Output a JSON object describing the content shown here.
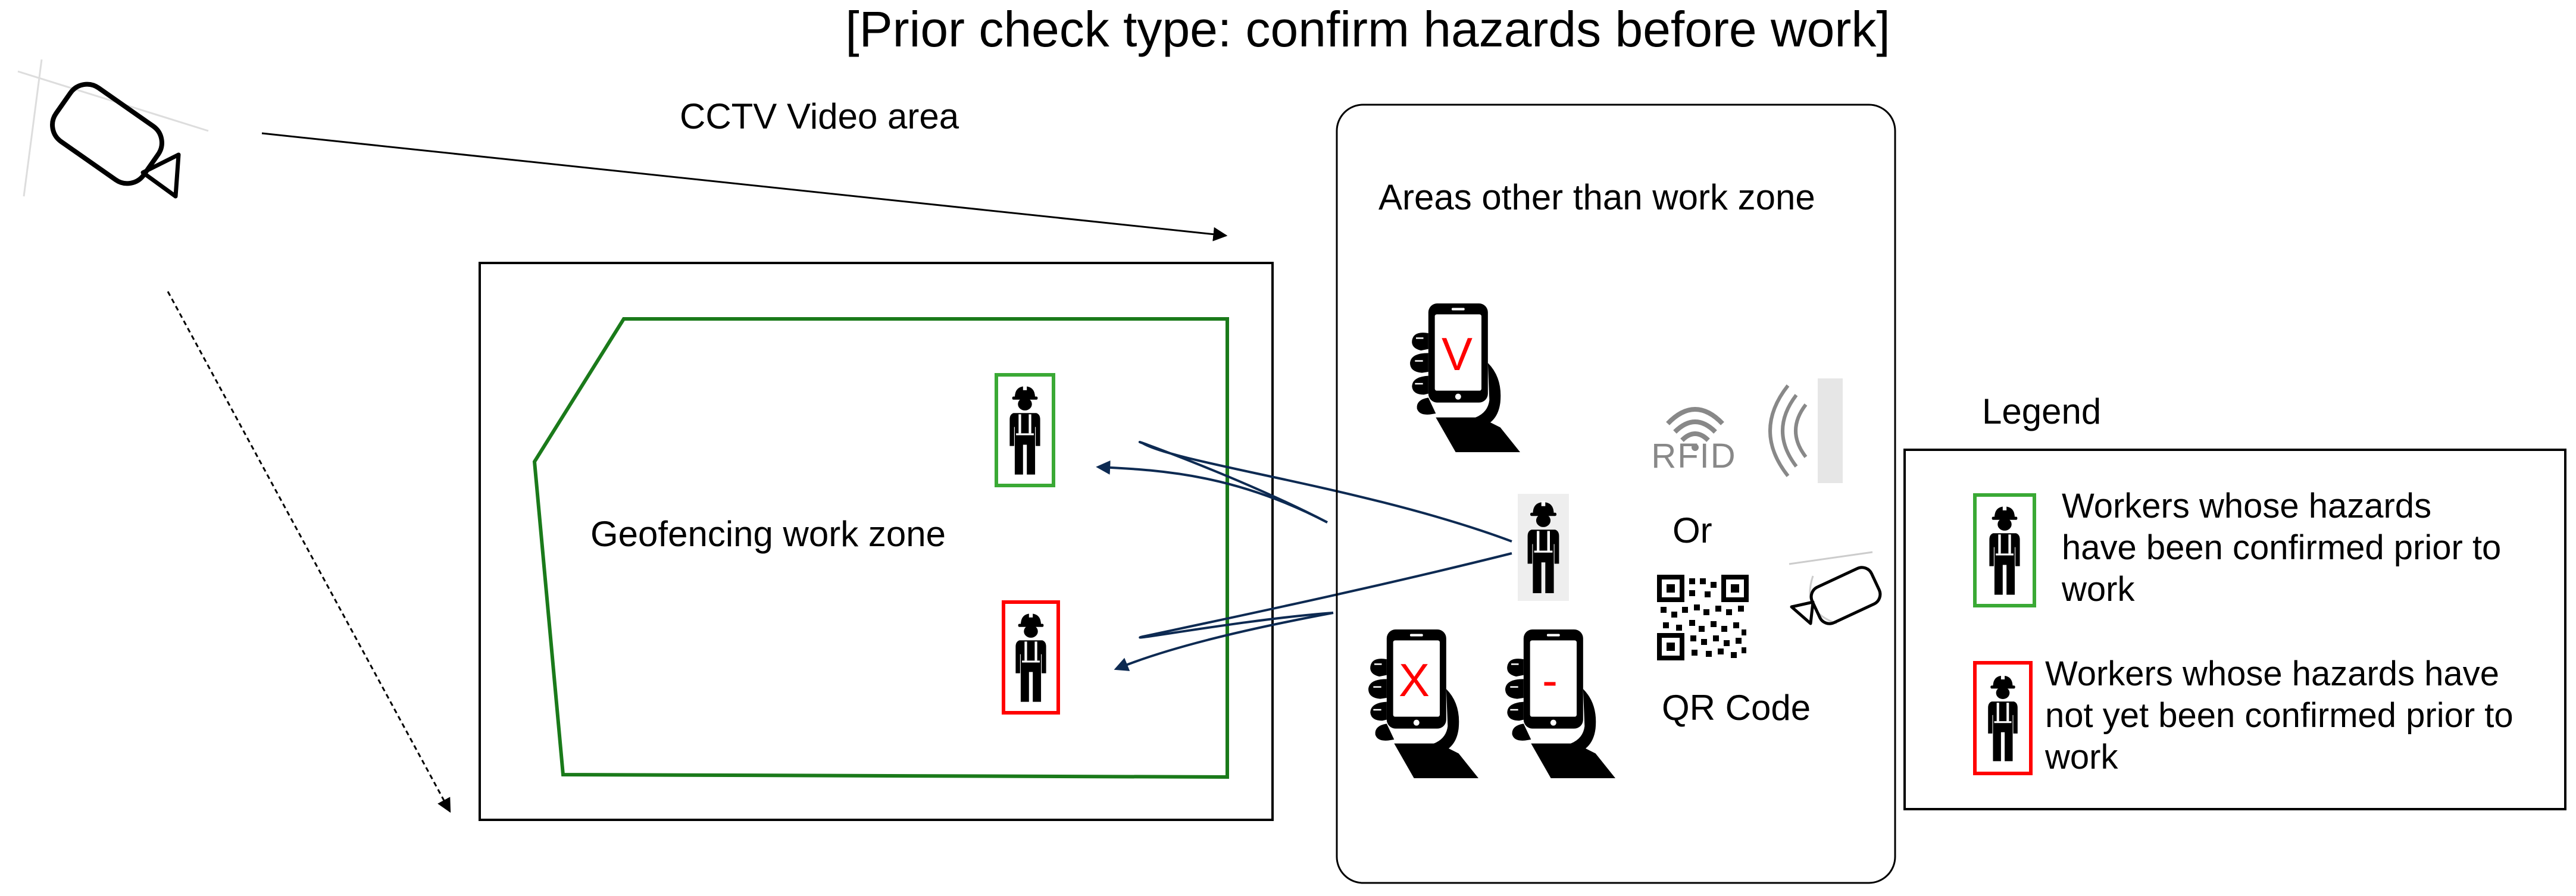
{
  "title": "[Prior check type: confirm hazards before work]",
  "cctv_area_label": "CCTV Video area",
  "work_zone": {
    "label": "Geofencing work zone"
  },
  "other_area": {
    "label": "Areas other than work zone",
    "phones": [
      {
        "mark": "V",
        "mark_color": "#ff0000"
      },
      {
        "mark": "X",
        "mark_color": "#ff0000"
      },
      {
        "mark": "-",
        "mark_color": "#ff0000"
      }
    ],
    "rfid_label": "RFID",
    "or_label": "Or",
    "qr_label": "QR Code"
  },
  "legend": {
    "title": "Legend",
    "items": [
      {
        "lines": [
          "Workers whose hazards",
          "have been confirmed prior to",
          "work"
        ],
        "box_color": "#3aa935"
      },
      {
        "lines": [
          "Workers whose hazards have",
          "not yet been confirmed prior to",
          "work"
        ],
        "box_color": "#ff0000"
      }
    ]
  },
  "colors": {
    "geofence_line": "#1a7a1a",
    "arrow": "#0d2a52",
    "confirmed": "#3aa935",
    "unconfirmed": "#ff0000"
  },
  "icons": [
    "cctv-camera-icon",
    "worker-icon",
    "smartphone-icon",
    "rfid-icon",
    "qr-code-icon"
  ]
}
